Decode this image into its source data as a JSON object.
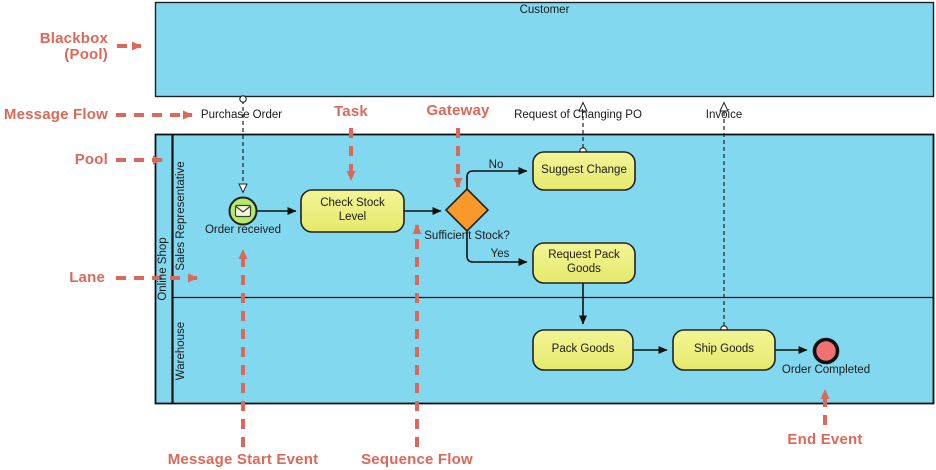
{
  "colors": {
    "pool_fill": "#82D8EF",
    "task_fill": "#ECEF7B",
    "task_fill_light": "#F3F595",
    "gateway_fill": "#F9992B",
    "start_event_fill": "#B4E96A",
    "end_event_fill": "#F0716F",
    "annotation": "#DC685A",
    "stroke": "#1A1A1A"
  },
  "pools": {
    "customer": {
      "label": "Customer"
    },
    "online_shop": {
      "label": "Online Shop",
      "lanes": {
        "sales": {
          "label": "Sales Representative"
        },
        "warehouse": {
          "label": "Warehouse"
        }
      }
    }
  },
  "nodes": {
    "start_event": {
      "label": "Order received"
    },
    "check_stock": {
      "label": "Check Stock Level"
    },
    "gateway": {
      "label": "Sufficient Stock?"
    },
    "suggest_change": {
      "label": "Suggest Change"
    },
    "request_pack": {
      "label": "Request Pack Goods"
    },
    "pack_goods": {
      "label": "Pack Goods"
    },
    "ship_goods": {
      "label": "Ship Goods"
    },
    "end_event": {
      "label": "Order Completed"
    }
  },
  "flows": {
    "purchase_order": {
      "label": "Purchase Order"
    },
    "request_changing_po": {
      "label": "Request of Changing PO"
    },
    "invoice": {
      "label": "Invoice"
    },
    "no": {
      "label": "No"
    },
    "yes": {
      "label": "Yes"
    }
  },
  "annotations": {
    "blackbox": {
      "label": "Blackbox (Pool)"
    },
    "message_flow": {
      "label": "Message Flow"
    },
    "pool": {
      "label": "Pool"
    },
    "lane": {
      "label": "Lane"
    },
    "task": {
      "label": "Task"
    },
    "gateway": {
      "label": "Gateway"
    },
    "message_start_event": {
      "label": "Message Start Event"
    },
    "sequence_flow": {
      "label": "Sequence Flow"
    },
    "end_event": {
      "label": "End Event"
    }
  }
}
